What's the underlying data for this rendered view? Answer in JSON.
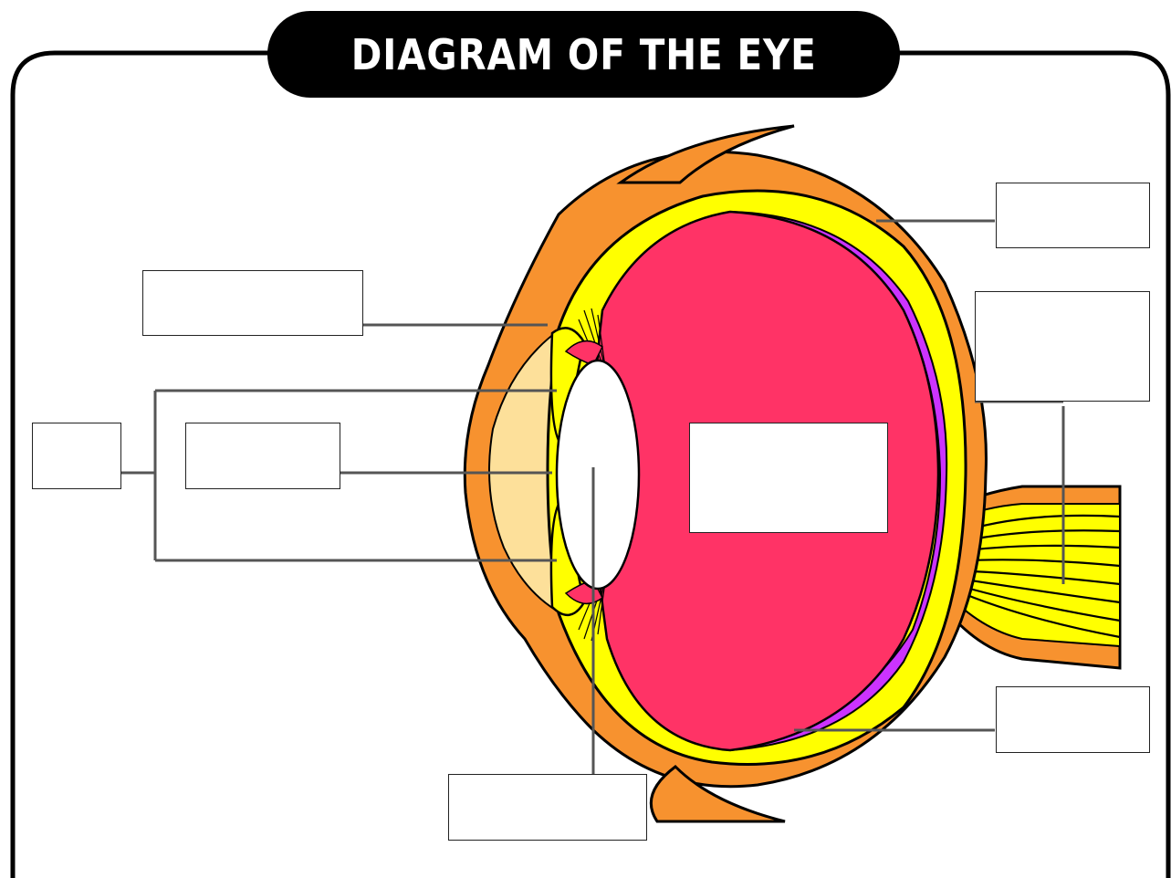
{
  "title": "DIAGRAM OF THE EYE",
  "colors": {
    "sclera": "#f7922f",
    "choroid": "#ffff00",
    "vitreous": "#ff3366",
    "retina": "#cc33ff",
    "aqueous": "#fde09a",
    "lens": "#ffffff",
    "outline": "#000000"
  },
  "label_boxes": [
    {
      "id": "label-box-top-right",
      "value": ""
    },
    {
      "id": "label-box-right-tall",
      "value": ""
    },
    {
      "id": "label-box-lower-right",
      "value": ""
    },
    {
      "id": "label-box-upper-left",
      "value": ""
    },
    {
      "id": "label-box-small-left",
      "value": ""
    },
    {
      "id": "label-box-middle-left",
      "value": ""
    },
    {
      "id": "label-box-center",
      "value": ""
    },
    {
      "id": "label-box-bottom",
      "value": ""
    }
  ]
}
